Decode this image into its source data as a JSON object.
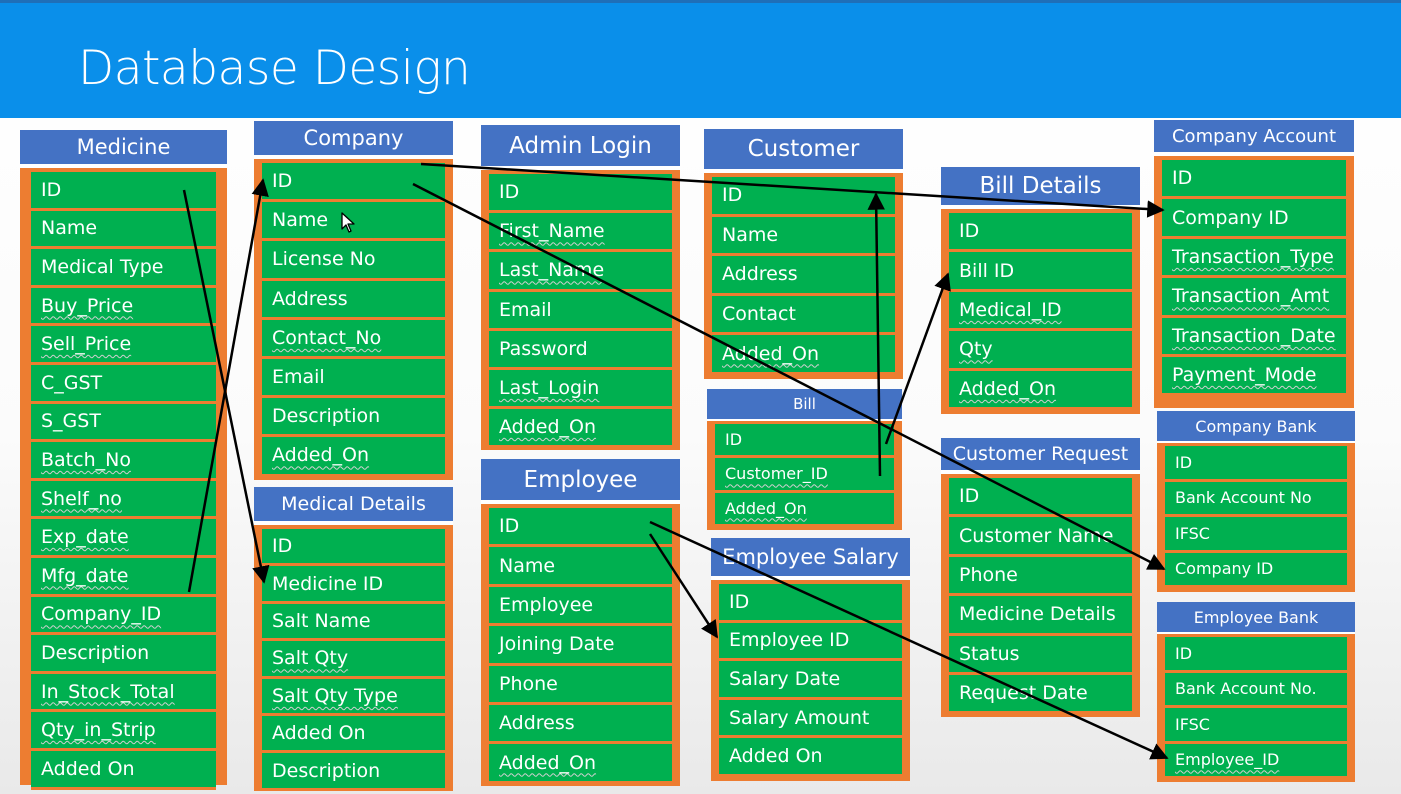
{
  "slide": {
    "title": "Database Design"
  },
  "tables": {
    "medicine": {
      "title": "Medicine",
      "fields": [
        "ID",
        "Name",
        "Medical Type",
        "Buy_Price",
        "Sell_Price",
        "C_GST",
        "S_GST",
        "Batch_No",
        "Shelf_no",
        "Exp_date",
        "Mfg_date",
        "Company_ID",
        "Description",
        "In_Stock_Total",
        "Qty_in_Strip",
        "Added On"
      ]
    },
    "company": {
      "title": "Company",
      "fields": [
        "ID",
        "Name",
        "License No",
        "Address",
        "Contact_No",
        "Email",
        "Description",
        "Added_On"
      ]
    },
    "medical_details": {
      "title": "Medical Details",
      "fields": [
        "ID",
        "Medicine ID",
        "Salt Name",
        "Salt Qty",
        "Salt Qty Type",
        "Added On",
        "Description"
      ]
    },
    "admin_login": {
      "title": "Admin Login",
      "fields": [
        "ID",
        "First_Name",
        "Last_Name",
        "Email",
        "Password",
        "Last_Login",
        "Added_On"
      ]
    },
    "employee": {
      "title": "Employee",
      "fields": [
        "ID",
        "Name",
        "Employee",
        "Joining Date",
        "Phone",
        "Address",
        "Added_On"
      ]
    },
    "customer": {
      "title": "Customer",
      "fields": [
        "ID",
        "Name",
        "Address",
        "Contact",
        "Added_On"
      ]
    },
    "bill": {
      "title": "Bill",
      "fields": [
        "ID",
        "Customer_ID",
        "Added_On"
      ]
    },
    "employee_salary": {
      "title": "Employee Salary",
      "fields": [
        "ID",
        "Employee ID",
        "Salary Date",
        "Salary Amount",
        "Added On"
      ]
    },
    "bill_details": {
      "title": "Bill Details",
      "fields": [
        "ID",
        "Bill ID",
        "Medical_ID",
        "Qty",
        "Added_On"
      ]
    },
    "customer_request": {
      "title": "Customer Request",
      "fields": [
        "ID",
        "Customer Name",
        "Phone",
        "Medicine Details",
        "Status",
        "Request Date"
      ]
    },
    "company_account": {
      "title": "Company Account",
      "fields": [
        "ID",
        "Company ID",
        "Transaction_Type",
        "Transaction_Amt",
        "Transaction_Date",
        "Payment_Mode"
      ]
    },
    "company_bank": {
      "title": "Company Bank",
      "fields": [
        "ID",
        "Bank Account No",
        "IFSC",
        "Company ID"
      ]
    },
    "employee_bank": {
      "title": "Employee Bank",
      "fields": [
        "ID",
        "Bank Account No.",
        "IFSC",
        "Employee_ID"
      ]
    }
  },
  "colors": {
    "header_band": "#0a8fea",
    "table_header": "#4472c4",
    "field": "#00b050",
    "table_border": "#ed7d31",
    "arrow": "#000000"
  }
}
